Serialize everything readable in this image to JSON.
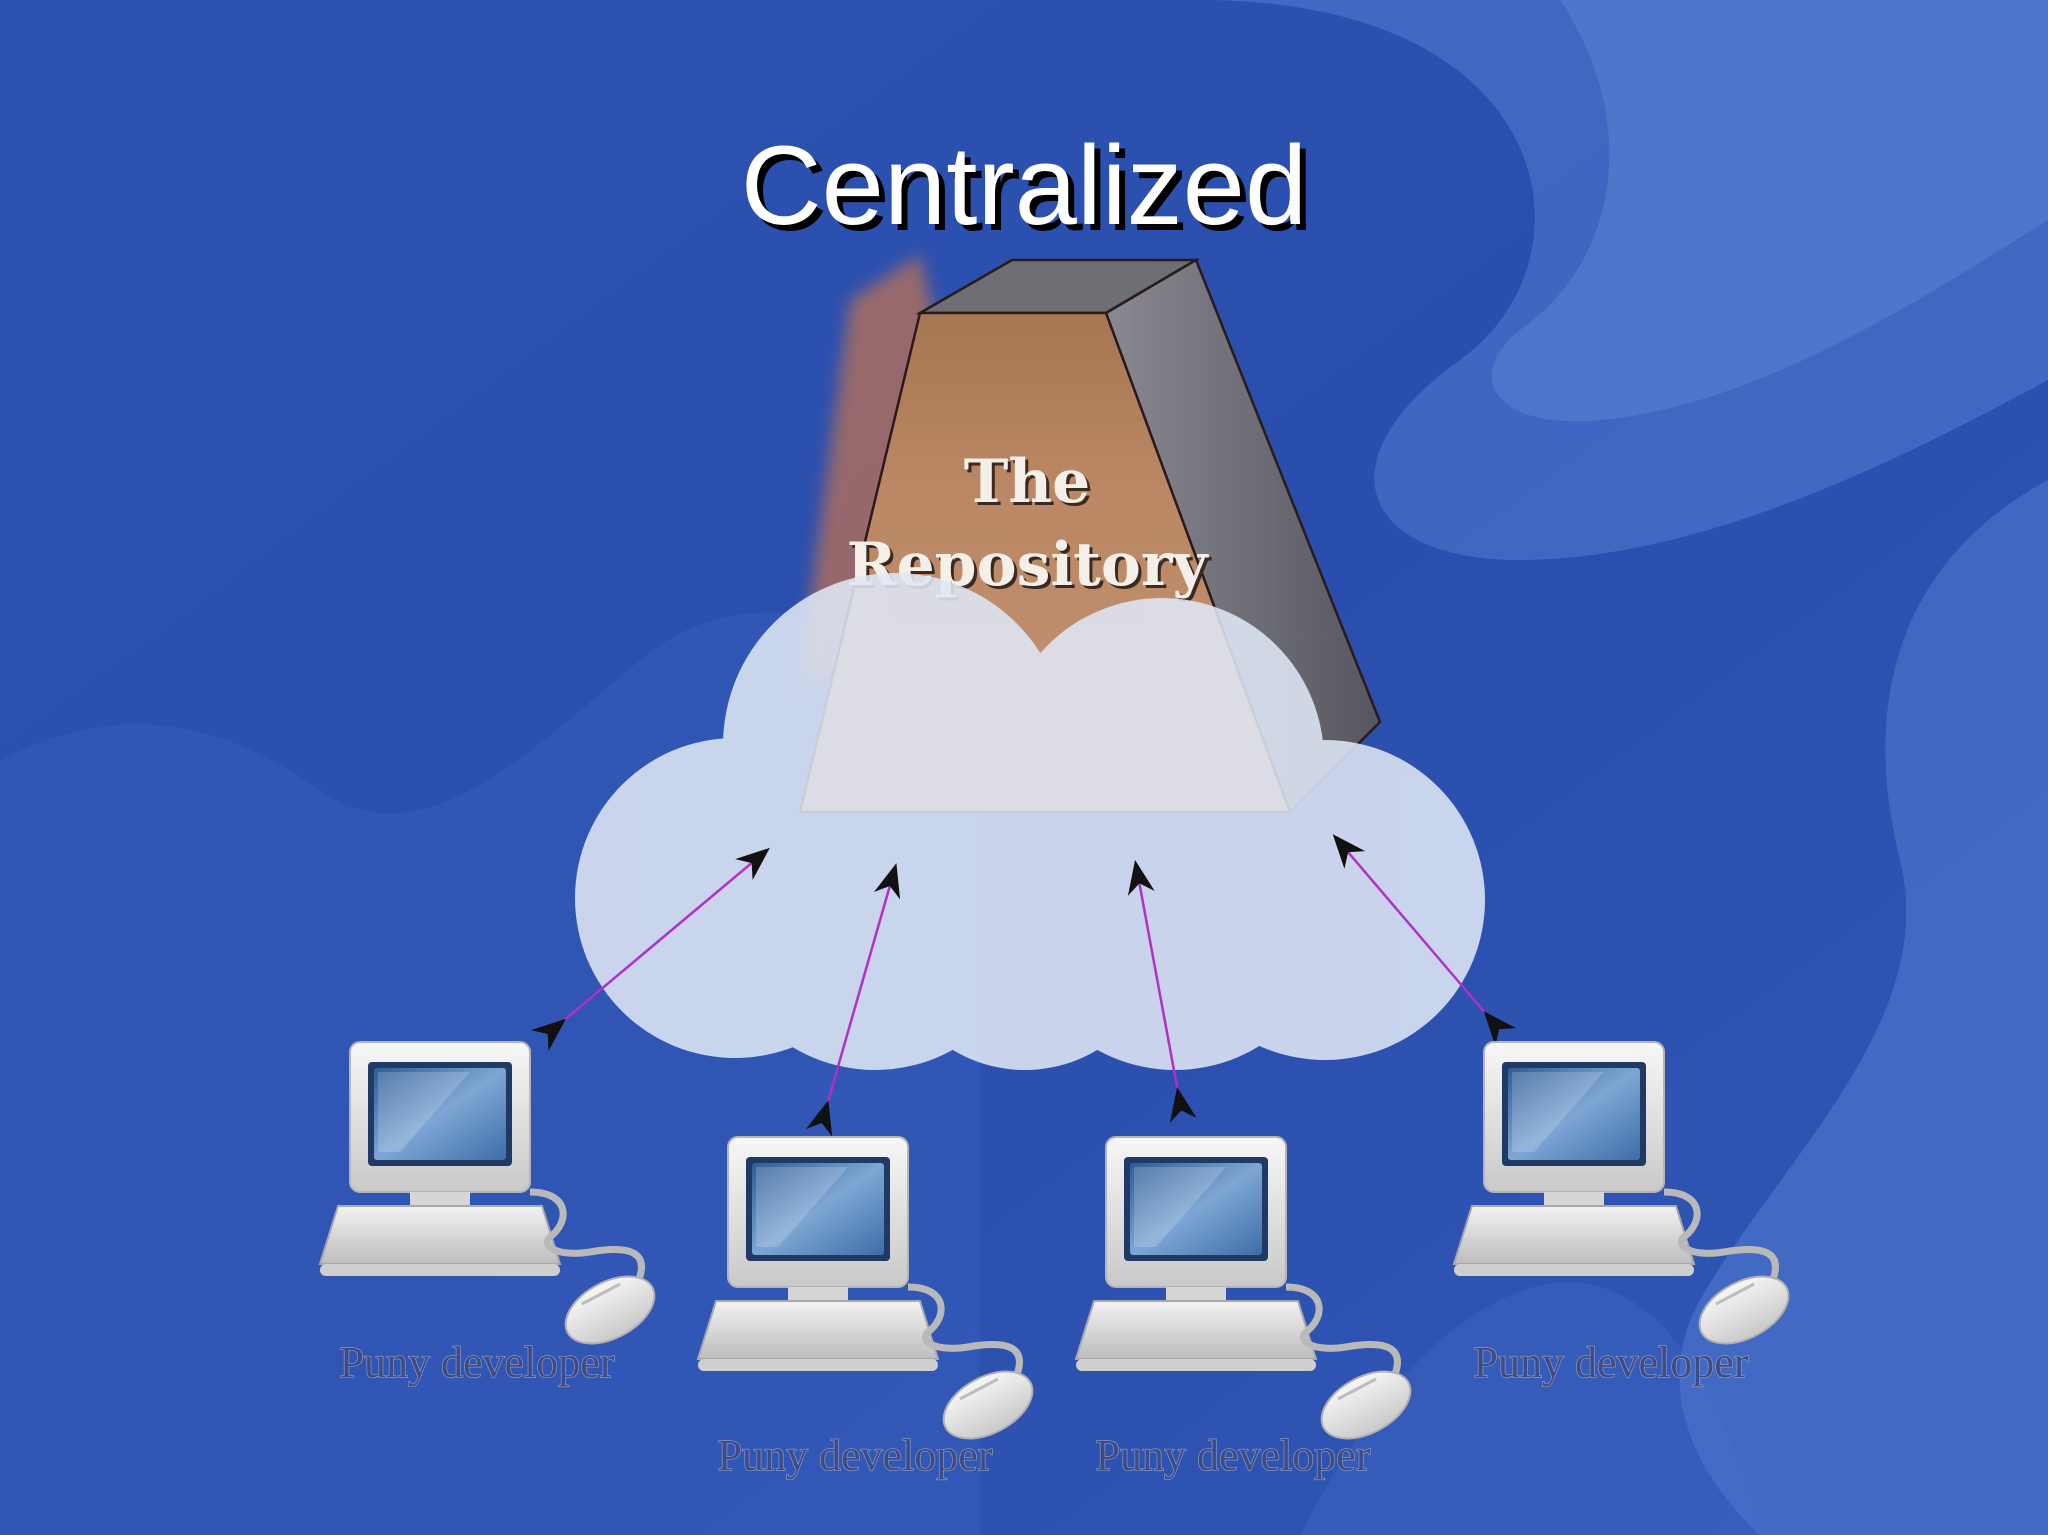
{
  "slide": {
    "title": "Centralized"
  },
  "repository": {
    "label_line1": "The",
    "label_line2": "Repository"
  },
  "developers": [
    {
      "label": "Puny developer"
    },
    {
      "label": "Puny developer"
    },
    {
      "label": "Puny developer"
    },
    {
      "label": "Puny developer"
    }
  ],
  "colors": {
    "background": "#2f57b6",
    "repository_front": "#b98663",
    "repository_side": "#6b6d78",
    "cloud": "#dde6f4",
    "arrow_line": "#b030c8",
    "arrowhead": "#111111"
  },
  "icons": {
    "computer": "desktop-computer-icon",
    "mouse": "mouse-icon",
    "repository": "repository-block-icon",
    "cloud": "network-cloud-icon"
  }
}
